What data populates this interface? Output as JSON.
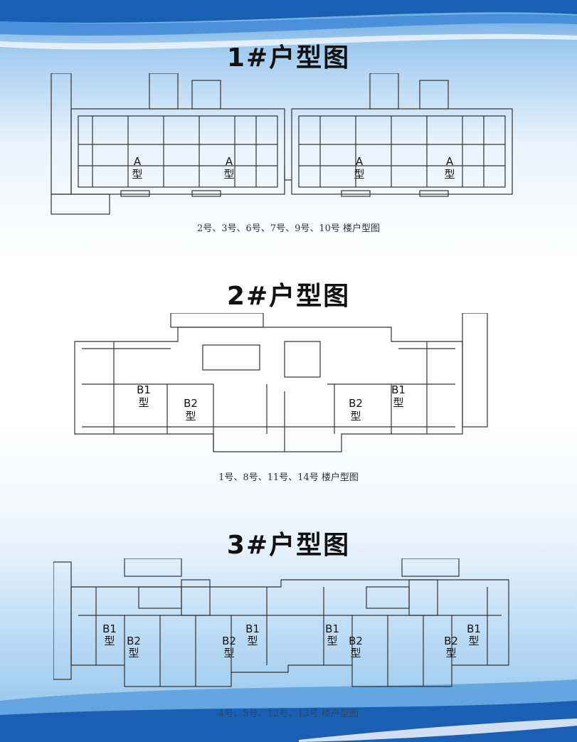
{
  "sections": [
    {
      "title": "1#户型图",
      "caption": "2号、3号、6号、7号、9号、10号  楼户型图",
      "units": [
        {
          "code": "A",
          "suffix": "型"
        },
        {
          "code": "A",
          "suffix": "型"
        },
        {
          "code": "A",
          "suffix": "型"
        },
        {
          "code": "A",
          "suffix": "型"
        }
      ]
    },
    {
      "title": "2#户型图",
      "caption": "1号、8号、11号、14号  楼户型图",
      "units": [
        {
          "code": "B1",
          "suffix": "型"
        },
        {
          "code": "B2",
          "suffix": "型"
        },
        {
          "code": "B2",
          "suffix": "型"
        },
        {
          "code": "B1",
          "suffix": "型"
        }
      ]
    },
    {
      "title": "3#户型图",
      "caption": "4号、5号、12号、13号  楼户型图",
      "units": [
        {
          "code": "B1",
          "suffix": "型"
        },
        {
          "code": "B2",
          "suffix": "型"
        },
        {
          "code": "B2",
          "suffix": "型"
        },
        {
          "code": "B1",
          "suffix": "型"
        },
        {
          "code": "B1",
          "suffix": "型"
        },
        {
          "code": "B2",
          "suffix": "型"
        },
        {
          "code": "B2",
          "suffix": "型"
        },
        {
          "code": "B1",
          "suffix": "型"
        }
      ]
    }
  ],
  "colors": {
    "accent": "#1e6fc4",
    "line": "#333333"
  }
}
